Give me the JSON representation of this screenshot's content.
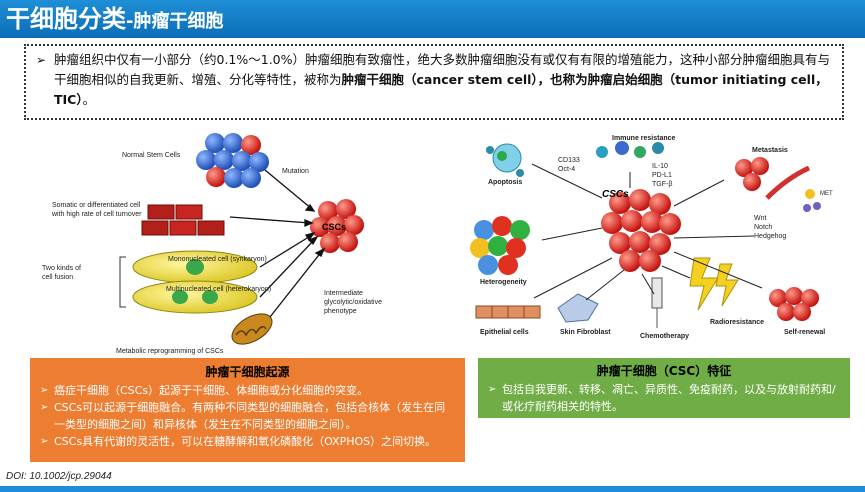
{
  "header": {
    "title_main": "干细胞分类",
    "title_sub": "-肿瘤干细胞"
  },
  "intro": {
    "text_1": "肿瘤组织中仅有一小部分（约0.1%～1.0%）肿瘤细胞有致瘤性，绝大多数肿瘤细胞没有或仅有有限的增殖能力，这种小部分肿瘤细胞具有与干细胞相似的自我更新、增殖、分化等特性，被称为",
    "bold_1": "肿瘤干细胞（cancer stem cell），也称为肿瘤启始细胞（tumor initiating cell，TIC）",
    "text_2": "。"
  },
  "left_diagram": {
    "normal_stem_cells": "Normal Stem Cells",
    "mutation": "Mutation",
    "somatic": "Somatic or differentiated cell with  high rate of cell turnover",
    "two_kinds": "Two kinds of cell fusion",
    "mononucleated": "Mononucleated cell (synkaryon)",
    "multinucleated": "Multinucleated cell (heterokaryon)",
    "cscs": "CSCs",
    "intermediate": "Intermediate glycolytic/oxidative phenotype",
    "metabolic": "Metabolic reprogramming of CSCs"
  },
  "right_diagram": {
    "immune_resistance": "Immune resistance",
    "cd133": "CD133",
    "oct4": "Oct-4",
    "apoptosis": "Apoptosis",
    "il10": "IL-10",
    "pdl1": "PD-L1",
    "tgfb": "TGF-β",
    "metastasis": "Metastasis",
    "cscs": "CSCs",
    "met": "MET",
    "wnt": "Wnt",
    "notch": "Notch",
    "hedgehog": "Hedgehog",
    "heterogeneity": "Heterogeneity",
    "epithelial": "Epithelial cells",
    "skin_fibroblast": "Skin Fibroblast",
    "chemotherapy": "Chemotherapy",
    "radioresistance": "Radioresistance",
    "self_renewal": "Self-renewal"
  },
  "origin_box": {
    "title": "肿瘤干细胞起源",
    "items": [
      "癌症干细胞（CSCs）起源于干细胞、体细胞或分化细胞的突变。",
      "CSCs可以起源于细胞融合。有两种不同类型的细胞融合，包括合核体（发生在同一类型的细胞之间）和异核体（发生在不同类型的细胞之间）。",
      "CSCs具有代谢的灵活性，可以在糖酵解和氧化磷酸化（OXPHOS）之间切换。"
    ]
  },
  "feature_box": {
    "title": "肿瘤干细胞（CSC）特征",
    "items": [
      "包括自我更新、转移、凋亡、异质性、免疫耐药，以及与放射耐药和/或化疗耐药相关的特性。"
    ]
  },
  "footer": {
    "doi": "DOI: 10.1002/jcp.29044"
  },
  "colors": {
    "title_blue": "#0b6db8",
    "origin_orange": "#ed7d31",
    "feature_green": "#70ad47",
    "csc_red": "#e0221e",
    "stem_blue": "#2f6fd0"
  }
}
